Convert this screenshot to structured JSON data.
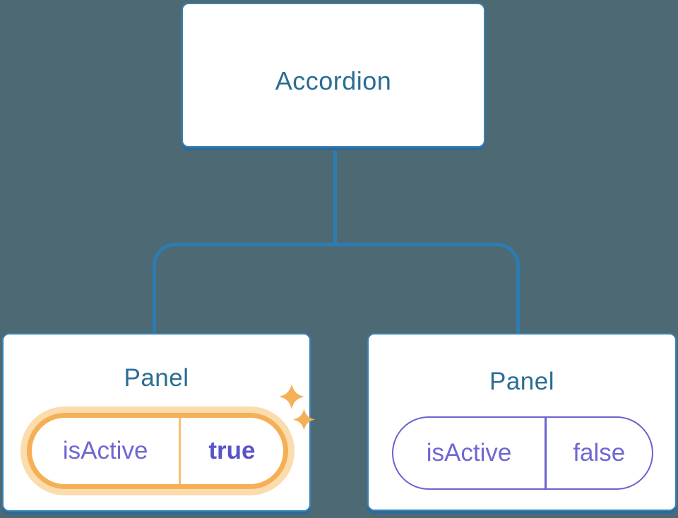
{
  "diagram": {
    "root": {
      "label": "Accordion"
    },
    "panels": [
      {
        "label": "Panel",
        "state_key": "isActive",
        "state_value": "true",
        "highlighted": true,
        "decoration": "sparkle-icon"
      },
      {
        "label": "Panel",
        "state_key": "isActive",
        "state_value": "false",
        "highlighted": false
      }
    ]
  },
  "colors": {
    "background": "#4d6a74",
    "connector_blue": "#2c7cb4",
    "node_border_blue": "#3a82b4",
    "node_shadow_blue": "#2f6899",
    "node_text_blue": "#2b6c94",
    "state_purple": "#6e67d2",
    "state_border_purple": "#6a63cf",
    "state_value_purple": "#5a53c8",
    "highlight_orange": "#f5b057",
    "highlight_halo": "#fbdcad",
    "highlight_divider": "#f6c06d"
  }
}
